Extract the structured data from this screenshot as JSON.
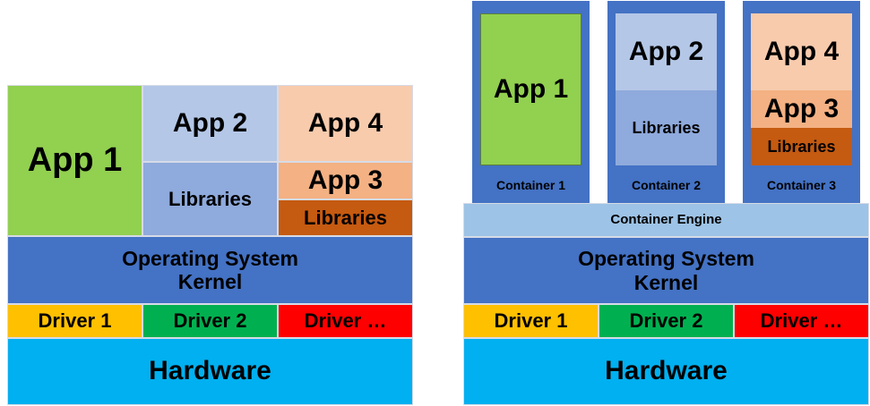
{
  "colors": {
    "app1": "#92d050",
    "app2": "#b4c7e7",
    "libs_blue": "#8faadc",
    "app4": "#f8cbad",
    "app3": "#f4b183",
    "libs_orange": "#c55a11",
    "os": "#4472c4",
    "engine": "#9dc3e6",
    "driver1": "#ffc000",
    "driver2": "#00b050",
    "driver3": "#ff0000",
    "hardware": "#00b0f0"
  },
  "left_stack": {
    "app1": "App 1",
    "app2": "App 2",
    "app2_libraries": "Libraries",
    "app4": "App 4",
    "app3": "App 3",
    "app3_libraries": "Libraries",
    "os": "Operating System\nKernel",
    "drivers": [
      "Driver 1",
      "Driver 2",
      "Driver …"
    ],
    "hardware": "Hardware"
  },
  "right_stack": {
    "containers": [
      {
        "label": "Container 1",
        "apps": [
          "App 1"
        ]
      },
      {
        "label": "Container 2",
        "apps": [
          "App 2",
          "Libraries"
        ]
      },
      {
        "label": "Container 3",
        "apps": [
          "App 4",
          "App 3",
          "Libraries"
        ]
      }
    ],
    "engine": "Container Engine",
    "os": "Operating System\nKernel",
    "drivers": [
      "Driver 1",
      "Driver 2",
      "Driver …"
    ],
    "hardware": "Hardware"
  }
}
